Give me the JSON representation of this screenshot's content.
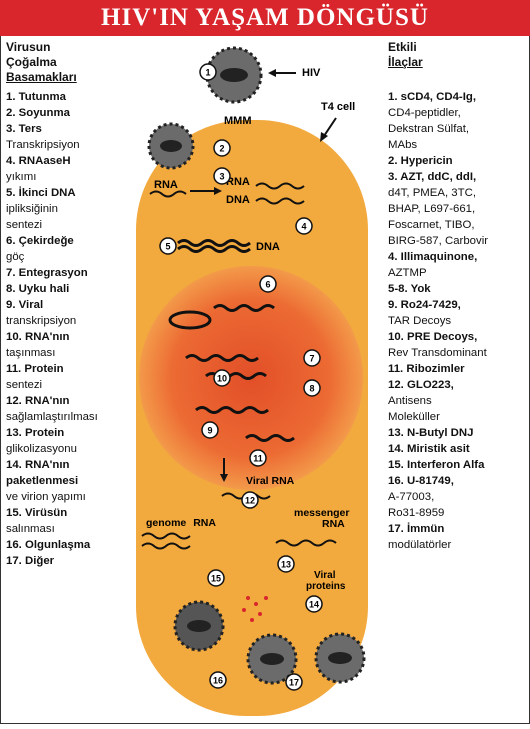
{
  "title": "HIV'IN YAŞAM DÖNGÜSÜ",
  "left_column": {
    "heading": [
      "Virusun",
      "Çoğalma",
      "Basamakları"
    ],
    "steps": [
      {
        "text": "1. Tutunma"
      },
      {
        "text": "2. Soyunma"
      },
      {
        "text": "3. Ters",
        "cont": [
          "Transkripsiyon"
        ]
      },
      {
        "text": "4. RNAaseH",
        "cont": [
          "yıkımı"
        ]
      },
      {
        "text": "5. İkinci DNA",
        "cont": [
          "ipliksiğinin",
          "sentezi"
        ]
      },
      {
        "text": "6. Çekirdeğe",
        "cont": [
          "göç"
        ]
      },
      {
        "text": "7. Entegrasyon"
      },
      {
        "text": "8. Uyku hali"
      },
      {
        "text": "9. Viral",
        "cont": [
          "transkripsiyon"
        ]
      },
      {
        "text": "10. RNA'nın",
        "cont": [
          "taşınması"
        ]
      },
      {
        "text": "11. Protein",
        "cont": [
          "sentezi"
        ]
      },
      {
        "text": "12. RNA'nın",
        "cont": [
          "sağlamlaştırılması"
        ]
      },
      {
        "text": "13. Protein",
        "cont": [
          "glikolizasyonu"
        ]
      },
      {
        "text": "14. RNA'nın paketlenmesi",
        "cont": [
          "ve virion yapımı"
        ]
      },
      {
        "text": "15. Virüsün",
        "cont": [
          "salınması"
        ]
      },
      {
        "text": "16. Olgunlaşma"
      },
      {
        "text": "17. Diğer"
      }
    ]
  },
  "right_column": {
    "heading": [
      "Etkili",
      "İlaçlar"
    ],
    "drugs": [
      {
        "text": "1. sCD4, CD4-Ig,",
        "cont": [
          "CD4-peptidler,",
          "Dekstran Sülfat,",
          "MAbs"
        ]
      },
      {
        "text": "2. Hypericin"
      },
      {
        "text": "3. AZT, ddC, ddI,",
        "cont": [
          "d4T, PMEA, 3TC,",
          "BHAP, L697-661,",
          "Foscarnet, TIBO,",
          "BIRG-587, Carbovir"
        ]
      },
      {
        "text": "4. Illimaquinone,",
        "cont": [
          "AZTMP"
        ]
      },
      {
        "text": "5-8. Yok"
      },
      {
        "text": "9. Ro24-7429,",
        "cont": [
          "TAR Decoys"
        ]
      },
      {
        "text": "10. PRE Decoys,",
        "cont": [
          "Rev Transdominant"
        ]
      },
      {
        "text": "11. Ribozimler"
      },
      {
        "text": "12. GLO223,",
        "cont": [
          "Antisens",
          "Moleküller"
        ]
      },
      {
        "text": "13. N-Butyl DNJ"
      },
      {
        "text": "14. Miristik asit"
      },
      {
        "text": "15. Interferon Alfa"
      },
      {
        "text": "16. U-81749,",
        "cont": [
          "A-77003,",
          "Ro31-8959"
        ]
      },
      {
        "text": "17. İmmün",
        "cont": [
          "modülatörler"
        ]
      }
    ]
  },
  "diagram": {
    "hiv_label": "HIV",
    "t4_label": "T4 cell",
    "membrane_marks": "MMM",
    "rna_label": "RNA",
    "rna_dna_top": "RNA",
    "rna_dna_bottom": "DNA",
    "dna_label": "DNA",
    "viral_rna_label": "Viral RNA",
    "genome_rna_label": [
      "genome",
      "RNA"
    ],
    "messenger_rna_label": [
      "messenger",
      "RNA"
    ],
    "viral_proteins_label": [
      "Viral",
      "proteins"
    ],
    "numbers": [
      "1",
      "2",
      "3",
      "4",
      "5",
      "6",
      "7",
      "8",
      "9",
      "10",
      "11",
      "12",
      "13",
      "14",
      "15",
      "16",
      "17"
    ],
    "colors": {
      "title_bg": "#d8262c",
      "cell": "#f2a93d",
      "nucleus_outer": "#f07a3a",
      "nucleus_inner": "#e9572a",
      "virus": "#3a3a3a"
    }
  }
}
